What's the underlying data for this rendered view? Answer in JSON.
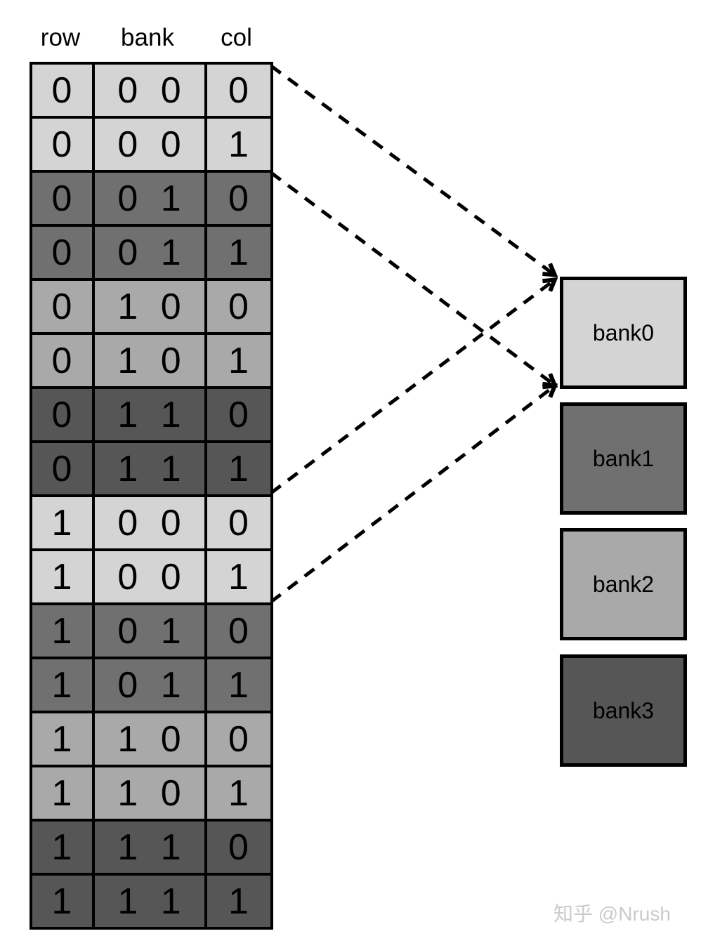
{
  "palette": {
    "light": "#d4d4d4",
    "medium": "#a9a9a9",
    "dark": "#707070",
    "darkest": "#565656",
    "line": "#000000"
  },
  "table": {
    "headers": [
      "row",
      "bank",
      "col"
    ],
    "rows": [
      {
        "row": "0",
        "bank": "0 0",
        "col": "0",
        "shade": "light"
      },
      {
        "row": "0",
        "bank": "0 0",
        "col": "1",
        "shade": "light"
      },
      {
        "row": "0",
        "bank": "0 1",
        "col": "0",
        "shade": "dark"
      },
      {
        "row": "0",
        "bank": "0 1",
        "col": "1",
        "shade": "dark"
      },
      {
        "row": "0",
        "bank": "1 0",
        "col": "0",
        "shade": "medium"
      },
      {
        "row": "0",
        "bank": "1 0",
        "col": "1",
        "shade": "medium"
      },
      {
        "row": "0",
        "bank": "1 1",
        "col": "0",
        "shade": "darkest"
      },
      {
        "row": "0",
        "bank": "1 1",
        "col": "1",
        "shade": "darkest"
      },
      {
        "row": "1",
        "bank": "0 0",
        "col": "0",
        "shade": "light"
      },
      {
        "row": "1",
        "bank": "0 0",
        "col": "1",
        "shade": "light"
      },
      {
        "row": "1",
        "bank": "0 1",
        "col": "0",
        "shade": "dark"
      },
      {
        "row": "1",
        "bank": "0 1",
        "col": "1",
        "shade": "dark"
      },
      {
        "row": "1",
        "bank": "1 0",
        "col": "0",
        "shade": "medium"
      },
      {
        "row": "1",
        "bank": "1 0",
        "col": "1",
        "shade": "medium"
      },
      {
        "row": "1",
        "bank": "1 1",
        "col": "0",
        "shade": "darkest"
      },
      {
        "row": "1",
        "bank": "1 1",
        "col": "1",
        "shade": "darkest"
      }
    ]
  },
  "banks": [
    {
      "label": "bank0",
      "shade": "light"
    },
    {
      "label": "bank1",
      "shade": "dark"
    },
    {
      "label": "bank2",
      "shade": "medium"
    },
    {
      "label": "bank3",
      "shade": "darkest"
    }
  ],
  "connections": [
    {
      "from": "bank00-region1-top",
      "to": "bank0-top-left"
    },
    {
      "from": "bank00-region1-bottom",
      "to": "bank0-bottom-left"
    },
    {
      "from": "bank00-region2-top",
      "to": "bank0-top-left"
    },
    {
      "from": "bank00-region2-bottom",
      "to": "bank0-bottom-left"
    }
  ],
  "watermark": {
    "text": "知乎 @Nrush"
  }
}
